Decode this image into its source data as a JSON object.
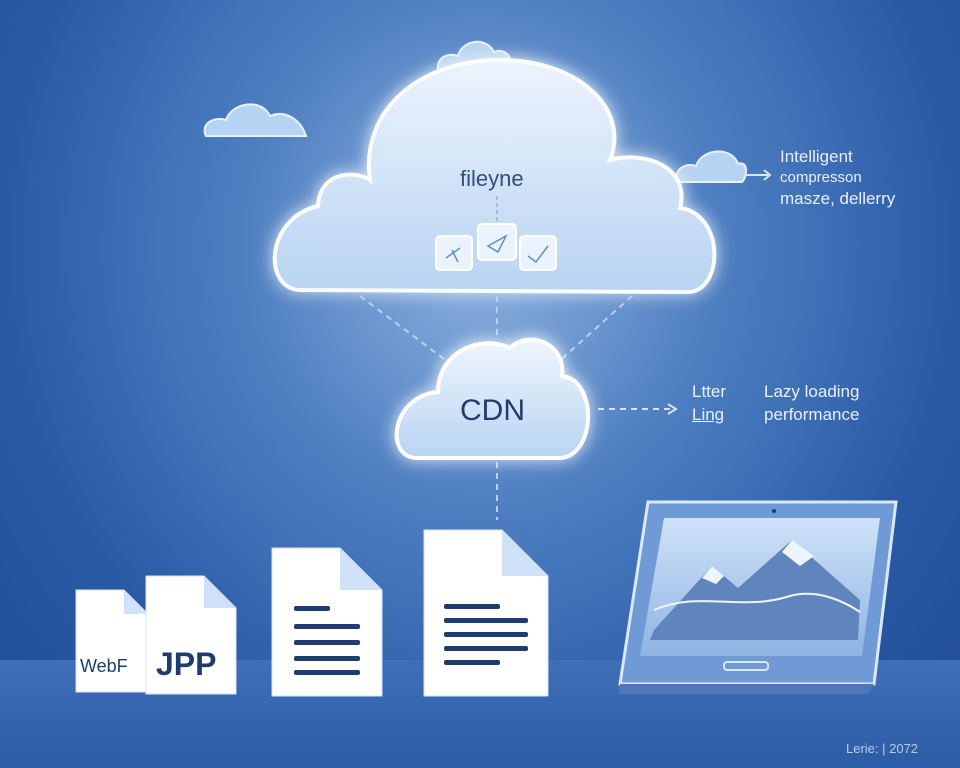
{
  "main_cloud": {
    "title": "fileyne"
  },
  "cdn_cloud": {
    "title": "CDN"
  },
  "annotation_top": {
    "line1": "Intelligent",
    "line2": "compresson",
    "line3": "masze, dellerry"
  },
  "annotation_mid": {
    "left_top": "Ltter",
    "left_bottom": "Ling",
    "right_top": "Lazy loading",
    "right_bottom": "performance"
  },
  "documents": {
    "webf_label": "WebF",
    "jpp_label": "JPP"
  },
  "footer": {
    "caption": "Lerie: | 2072"
  },
  "colors": {
    "background": "#2a5aa6",
    "cloud_fill": "#dbe9fb",
    "cloud_glow": "#ffffff",
    "doc_fill": "#ffffff",
    "doc_fold": "#cfe2f7",
    "text_dark": "#1f3c6e"
  }
}
